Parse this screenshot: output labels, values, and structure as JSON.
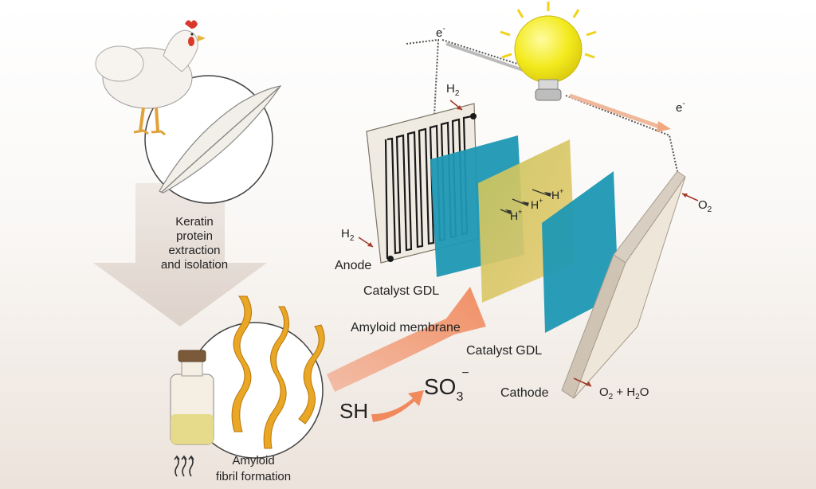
{
  "labels": {
    "extraction_line1": "Keratin",
    "extraction_line2": "protein",
    "extraction_line3": "extraction",
    "extraction_line4": "and isolation",
    "fibril_line1": "Amyloid",
    "fibril_line2": "fibril formation",
    "anode": "Anode",
    "catalyst_gdl_1": "Catalyst GDL",
    "amyloid_membrane": "Amyloid membrane",
    "catalyst_gdl_2": "Catalyst GDL",
    "cathode": "Cathode",
    "sh": "SH",
    "so3": "SO",
    "so3_sub": "3",
    "so3_sup": "−",
    "h2_main": "H",
    "h2_sub": "2",
    "electron": "e",
    "electron_sup": "-",
    "proton": "H",
    "proton_sup": "+",
    "oxygen": "O",
    "oxygen_sub": "2",
    "products_o": "O",
    "products_o_sub": "2",
    "products_plus": " + H",
    "products_h_sub": "2",
    "products_tail": "O"
  },
  "colors": {
    "gdl_blue": "#1e98b4",
    "membrane_yellow": "#d9c85a",
    "bulb_yellow": "#f5ee2a",
    "arrow_orange": "#f08a5d",
    "plate": "#e9e1d4",
    "fibril": "#e8a323"
  },
  "icons": [
    "chicken-icon",
    "feather-icon",
    "bottle-icon",
    "light-bulb-icon",
    "fibril-icon"
  ]
}
